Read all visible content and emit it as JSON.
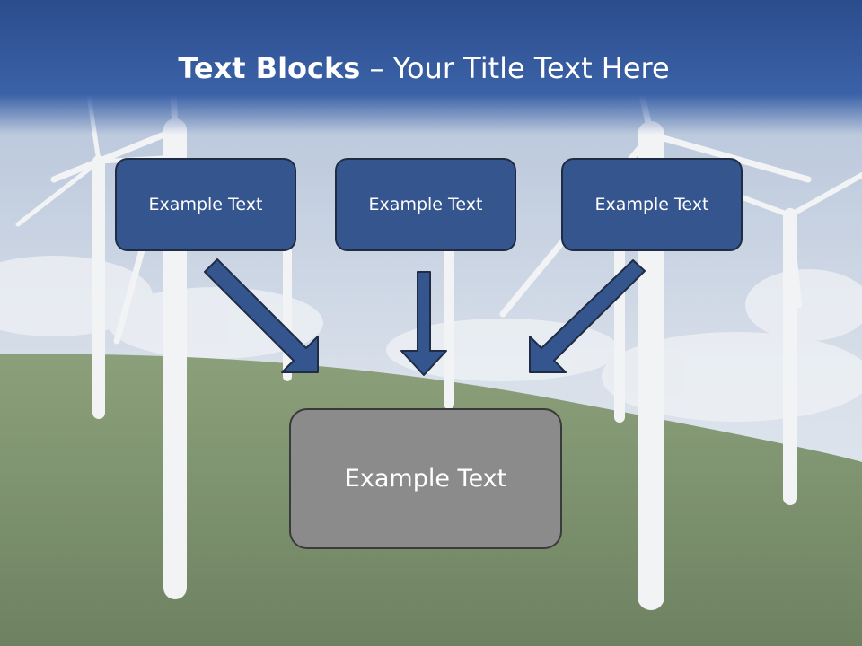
{
  "title": {
    "bold": "Text Blocks",
    "dash": " – ",
    "rest": "Your Title Text Here"
  },
  "blocks": [
    "Example Text",
    "Example Text",
    "Example Text"
  ],
  "result_block": "Example Text",
  "colors": {
    "header": "#2b4c8c",
    "block": "#35558f",
    "result": "#8b8b8b"
  }
}
